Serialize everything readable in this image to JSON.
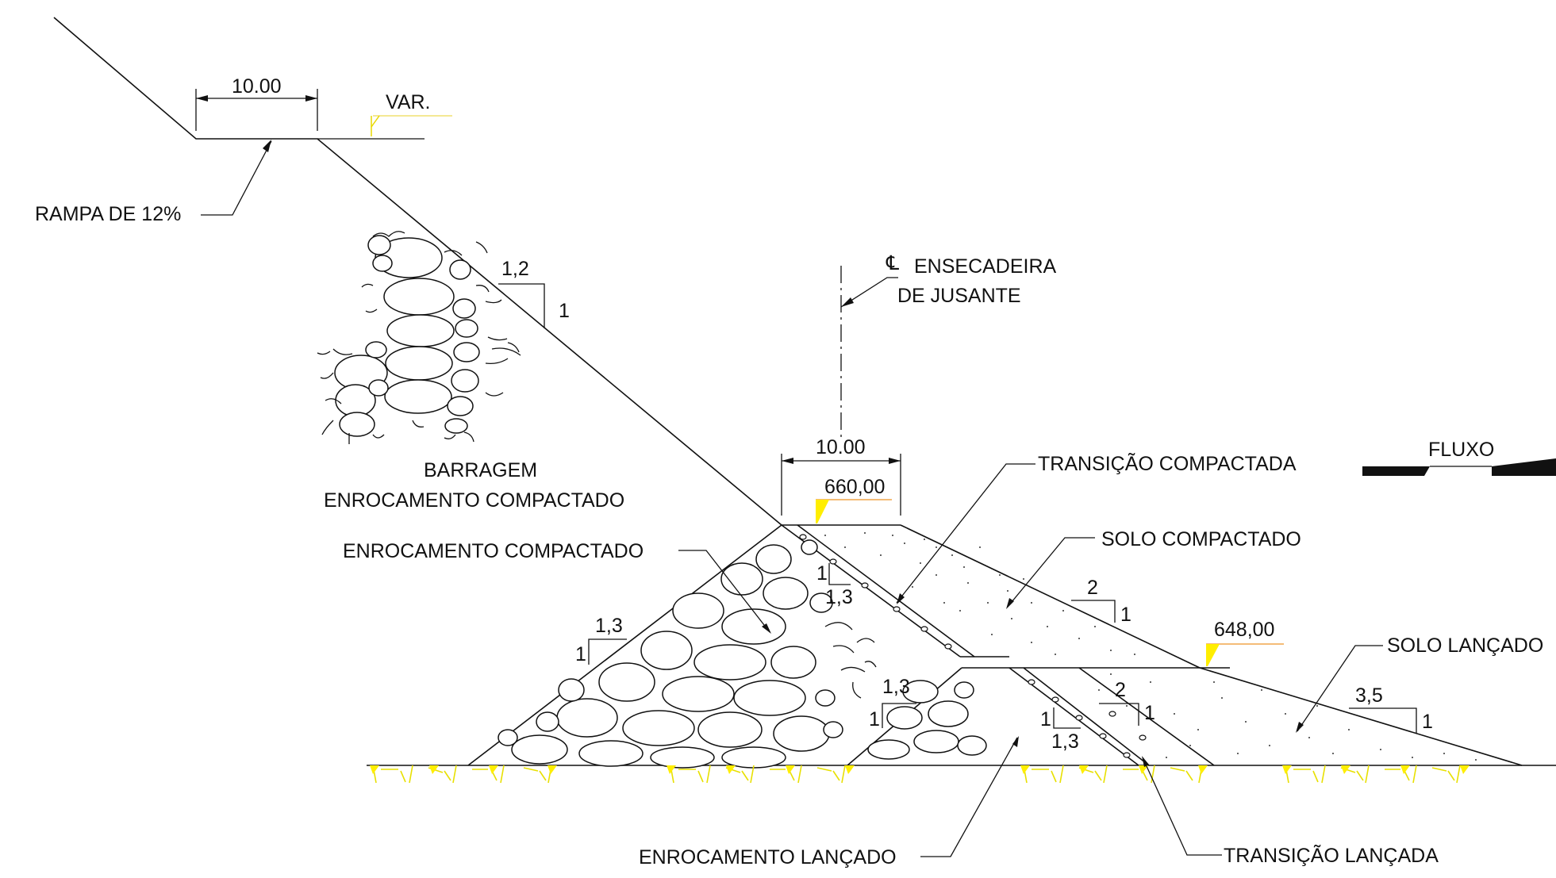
{
  "labels": {
    "top_width": "10.00",
    "var": "VAR.",
    "rampa": "RAMPA DE 12%",
    "slope_main_h": "1,2",
    "slope_main_v": "1",
    "centerline_symbol": "℄",
    "centerline_line1": "ENSECADEIRA",
    "centerline_line2": "DE JUSANTE",
    "barragem_line1": "BARRAGEM",
    "barragem_line2": "ENROCAMENTO COMPACTADO",
    "crest_width": "10.00",
    "crest_elev": "660,00",
    "transicao_compactada": "TRANSIÇÃO COMPACTADA",
    "fluxo": "FLUXO",
    "enrocamento_compactado": "ENROCAMENTO COMPACTADO",
    "solo_compactado": "SOLO COMPACTADO",
    "slope_core_v": "1",
    "slope_core_h": "1,3",
    "slope_left_h": "1,3",
    "slope_left_v": "1",
    "slope_solo_h": "2",
    "slope_solo_v": "1",
    "berm_elev": "648,00",
    "solo_lancado": "SOLO LANÇADO",
    "slope_lower_h": "1,3",
    "slope_lower_v": "1",
    "slope_lower2_h": "2",
    "slope_lower2_v": "1",
    "slope_trans_v": "1",
    "slope_trans_h": "1,3",
    "slope_toe_h": "3,5",
    "slope_toe_v": "1",
    "enrocamento_lancado": "ENROCAMENTO LANÇADO",
    "transicao_lancada": "TRANSIÇÃO LANÇADA"
  },
  "colors": {
    "line": "#111111",
    "elevation_marker": "#ffee00",
    "elevation_underline": "#f0a64a",
    "ground_hatch": "#e8e000",
    "background": "#ffffff"
  }
}
